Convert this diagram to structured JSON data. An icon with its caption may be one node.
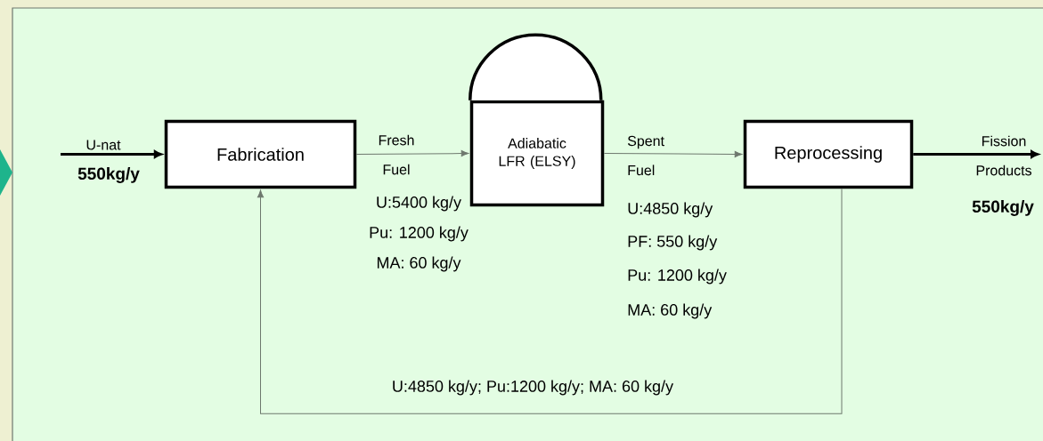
{
  "diagram": {
    "nodes": [
      {
        "text": [
          "Fabrication"
        ]
      },
      {
        "text": [
          "Adiabatic LFR (ELSY)"
        ]
      },
      {
        "text": [
          "Reprocessing"
        ]
      }
    ],
    "edges": [
      {
        "from": null,
        "to": 0,
        "arrow": "to",
        "label": "U-nat",
        "style": "thick",
        "color": "#000000"
      },
      {
        "from": 0,
        "to": 1,
        "arrow": "to",
        "label": "Fresh Fuel"
      },
      {
        "from": 1,
        "to": 2,
        "arrow": "to",
        "label": "Spent Fuel"
      },
      {
        "from": 2,
        "to": 0,
        "arrow": "to",
        "label": "U:4850 kg/y; Pu:1200 kg/y; MA: 60 kg/y"
      },
      {
        "from": 2,
        "to": null,
        "arrow": "to",
        "label": "Fission Products",
        "style": "thick",
        "color": "#000000"
      }
    ],
    "labels": [
      "550kg/y",
      "U:5400 kg/y",
      "Pu: 1200 kg/y",
      "MA: 60 kg/y",
      "U:4850 kg/y",
      "PF: 550 kg/y",
      "Pu: 1200 kg/y",
      "MA: 60 kg/y",
      "550kg/y"
    ]
  }
}
